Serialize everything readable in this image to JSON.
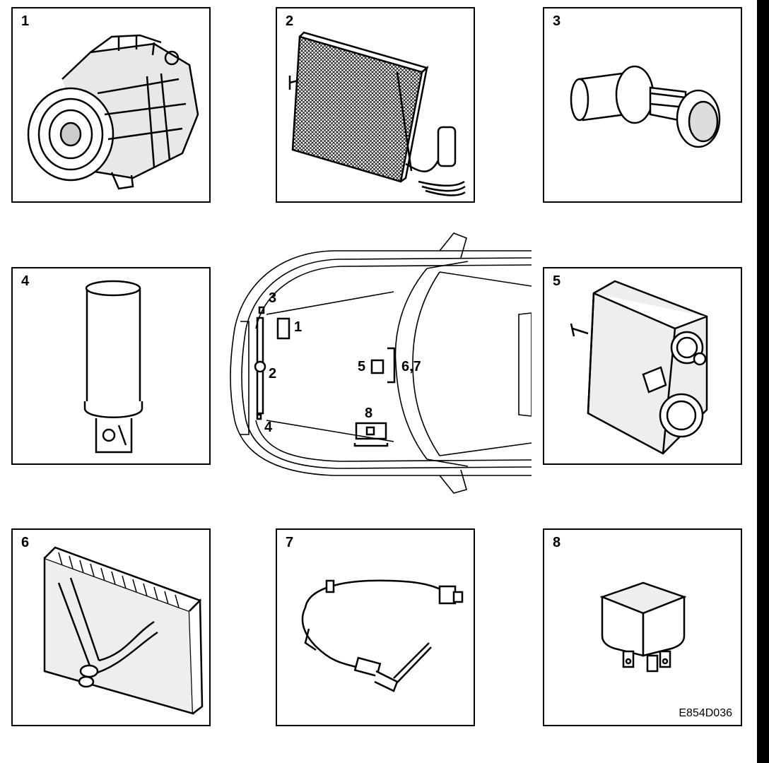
{
  "panels": [
    {
      "number": "1",
      "part": "compressor"
    },
    {
      "number": "2",
      "part": "condenser"
    },
    {
      "number": "3",
      "part": "pressure-switch"
    },
    {
      "number": "4",
      "part": "receiver-dryer"
    },
    {
      "number": "5",
      "part": "expansion-valve"
    },
    {
      "number": "6",
      "part": "evaporator"
    },
    {
      "number": "7",
      "part": "temperature-sensor"
    },
    {
      "number": "8",
      "part": "relay"
    }
  ],
  "car_labels": {
    "l1": "1",
    "l2": "2",
    "l3": "3",
    "l4": "4",
    "l5": "5",
    "l67": "6,7",
    "l8": "8"
  },
  "figure_code": "E854D036"
}
